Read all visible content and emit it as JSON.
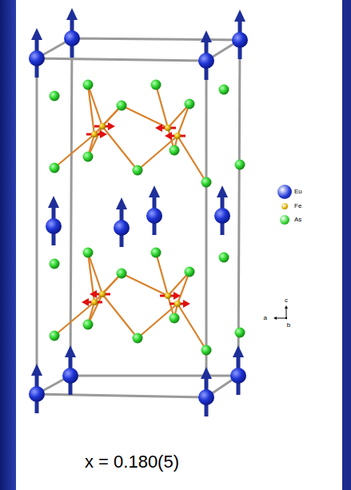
{
  "diagram": {
    "labels": [
      "x = 0.180(5)",
      "c",
      "a",
      "b"
    ],
    "legend": [
      {
        "text": "Eu",
        "color": "#1f35d6"
      },
      {
        "text": "Fe",
        "color": "#e2b400"
      },
      {
        "text": "As",
        "color": "#2fd62f"
      }
    ]
  }
}
